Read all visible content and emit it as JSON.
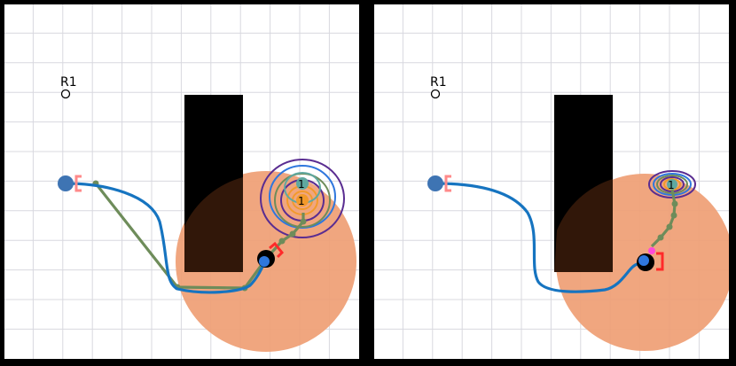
{
  "left_panel": {
    "marker_label": "R1",
    "goal_labels": [
      "1",
      "1"
    ]
  },
  "right_panel": {
    "marker_label": "R1",
    "goal_labels": [
      "1"
    ]
  },
  "colors": {
    "background": "#ffffff",
    "frame": "#000000",
    "grid": "#d8d8df",
    "obstacle": "#000000",
    "sensor_region": "#ef9e74",
    "path_planned": "#1674c0",
    "path_reference": "#6e8c5a",
    "robot": "#000000",
    "robot_start": "#3e74b3",
    "bracket": "#ff2a2a",
    "bracket_start": "#ff8a8a",
    "contour_purple": "#5a2d91",
    "contour_blue": "#2f77dd",
    "contour_teal": "#5fa8a0",
    "contour_orange": "#f39a2b",
    "magenta": "#ff4ad8"
  }
}
